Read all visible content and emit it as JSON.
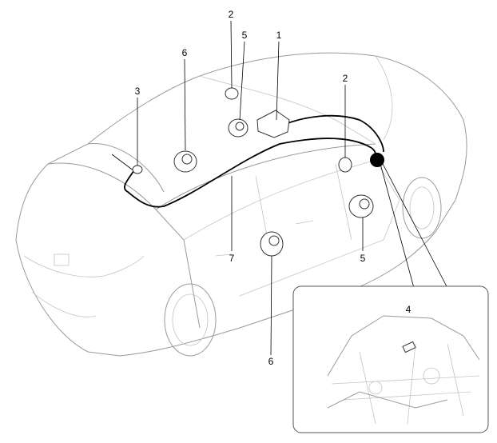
{
  "diagram": {
    "subject": "audio-system-component-locations",
    "callouts": [
      {
        "id": "c1",
        "text": "1"
      },
      {
        "id": "c2a",
        "text": "2"
      },
      {
        "id": "c2b",
        "text": "2"
      },
      {
        "id": "c3",
        "text": "3"
      },
      {
        "id": "c4",
        "text": "4"
      },
      {
        "id": "c5a",
        "text": "5"
      },
      {
        "id": "c5b",
        "text": "5"
      },
      {
        "id": "c6a",
        "text": "6"
      },
      {
        "id": "c6b",
        "text": "6"
      },
      {
        "id": "c7",
        "text": "7"
      }
    ]
  }
}
